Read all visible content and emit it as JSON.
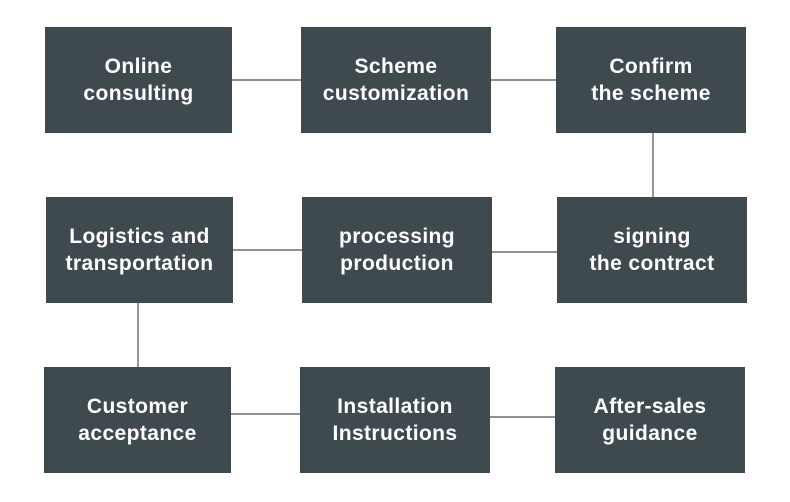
{
  "steps": [
    {
      "line1": "Online",
      "line2": "consulting"
    },
    {
      "line1": "Scheme",
      "line2": "customization"
    },
    {
      "line1": "Confirm",
      "line2": "the scheme"
    },
    {
      "line1": "signing",
      "line2": "the contract"
    },
    {
      "line1": "processing",
      "line2": "production"
    },
    {
      "line1": "Logistics and",
      "line2": "transportation"
    },
    {
      "line1": "Customer",
      "line2": "acceptance"
    },
    {
      "line1": "Installation",
      "line2": "Instructions"
    },
    {
      "line1": "After-sales",
      "line2": "guidance"
    }
  ],
  "colors": {
    "box_fill": "#3f4a4f",
    "box_text": "#ffffff",
    "connector": "#4a5256",
    "background": "#ffffff"
  }
}
